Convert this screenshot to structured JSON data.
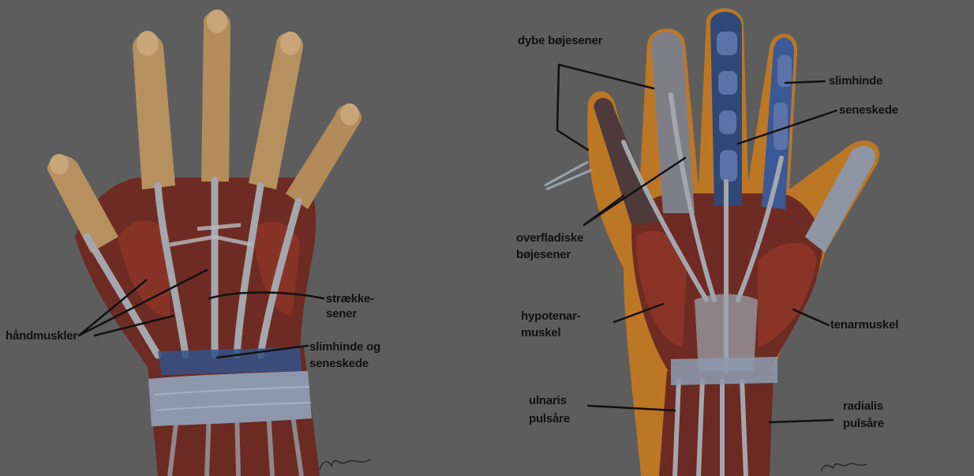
{
  "labels": {
    "haandmuskler": "håndmuskler",
    "straekke_line1": "strække-",
    "straekke_line2": "sener",
    "slimhinde_og_line1": "slimhinde og",
    "slimhinde_og_line2": "seneskede",
    "dybe_boejesener": "dybe bøjesener",
    "slimhinde": "slimhinde",
    "seneskede": "seneskede",
    "overfladiske_line1": "overfladiske",
    "overfladiske_line2": "bøjesener",
    "hypotenar_line1": "hypotenar-",
    "hypotenar_line2": "muskel",
    "tenarmuskel": "tenarmuskel",
    "ulnaris_line1": "ulnaris",
    "ulnaris_line2": "pulsåre",
    "radialis_line1": "radialis",
    "radialis_line2": "pulsåre"
  },
  "colors": {
    "background": "#5d5d5d",
    "skin": "#b7905f",
    "skin_shade": "#8f6b45",
    "muscle": "#7a2f26",
    "muscle_dark": "#5a1f19",
    "tendon": "#a3a7ad",
    "sheath": "#2f4878",
    "sheath_light": "#5a73a8",
    "wrist_band": "#8d97ac",
    "outline_orange": "#c77a1f",
    "leader_line": "#111111"
  }
}
